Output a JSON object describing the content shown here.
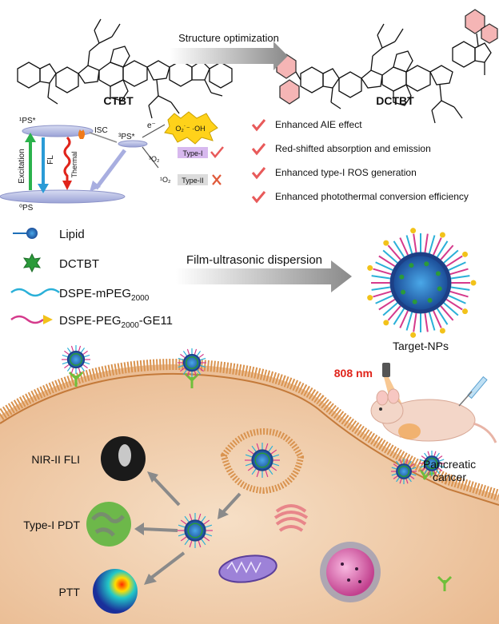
{
  "header": {
    "arrow_label": "Structure optimization",
    "left_molecule": "CTBT",
    "right_molecule": "DCTBT"
  },
  "jablonski": {
    "s1": "¹PS*",
    "s0": "⁰PS",
    "t1": "³PS*",
    "isc": "ISC",
    "electron": "e⁻",
    "radicals": "O₂˙⁻ ·OH",
    "o2_triplet": "³O₂",
    "o2_singlet": "¹O₂",
    "excitation": "Excitation",
    "fl": "FL",
    "thermal": "Thermal",
    "type1": "Type-I",
    "type2": "Type-II"
  },
  "advantages": [
    "Enhanced AIE effect",
    "Red-shifted absorption and emission",
    "Enhanced type-I ROS generation",
    "Enhanced photothermal conversion efficiency"
  ],
  "legend": {
    "lipid": "Lipid",
    "dctbt": "DCTBT",
    "peg_base": "DSPE-mPEG",
    "peg_sub": "2000",
    "ge11_base": "DSPE-PEG",
    "ge11_sub": "2000",
    "ge11_tail": "-GE11"
  },
  "process": {
    "arrow_label": "Film-ultrasonic dispersion",
    "product": "Target-NPs"
  },
  "bottom": {
    "laser": "808 nm",
    "cancer_line1": "Pancreatic",
    "cancer_line2": "cancer",
    "imaging": "NIR-II FLI",
    "pdt": "Type-I PDT",
    "ptt": "PTT"
  },
  "colors": {
    "check": "#e85a5a",
    "cross": "#e05a3a",
    "arrow": "#8a8a8a",
    "nanoparticle_core": "#2b6fb5",
    "tissue": "#f2c9a4",
    "membrane": "#d9934f"
  }
}
